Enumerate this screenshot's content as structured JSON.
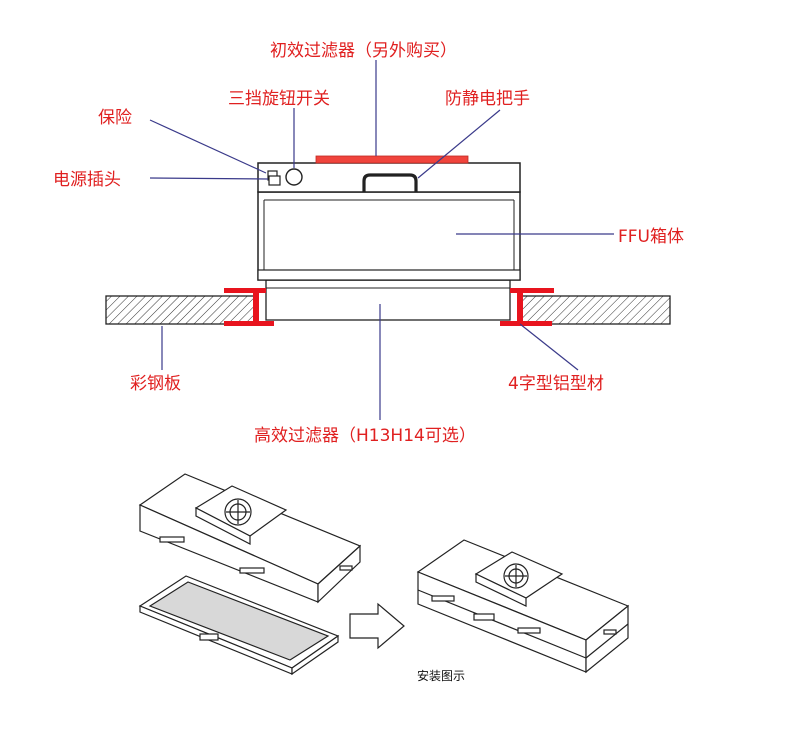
{
  "labels": {
    "pre_filter": "初效过滤器（另外购买）",
    "rotary_switch": "三挡旋钮开关",
    "fuse": "保险",
    "antistatic_handle": "防静电把手",
    "power_plug": "电源插头",
    "ffu_box": "FFU箱体",
    "color_steel_plate": "彩钢板",
    "aluminum_profile": "4字型铝型材",
    "hepa_filter": "高效过滤器（H13H14可选）"
  },
  "install_caption": "安装图示",
  "colors": {
    "label_red": "#e02020",
    "leader_line": "#3a3a8a",
    "outline": "#222222",
    "profile_red": "#e8141e",
    "pre_filter_pink": "#f0443c"
  }
}
